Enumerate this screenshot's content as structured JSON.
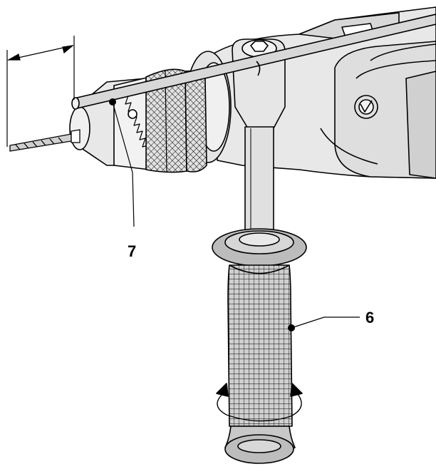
{
  "diagram": {
    "callouts": [
      {
        "id": "depth-stop",
        "label": "7"
      },
      {
        "id": "auxiliary-handle",
        "label": "6"
      }
    ]
  },
  "colors": {
    "line": "#000000",
    "body_gray": "#e6e6e6",
    "body_mid": "#d2d2d2",
    "handle_dark": "#bdbdbd",
    "background": "#ffffff"
  }
}
